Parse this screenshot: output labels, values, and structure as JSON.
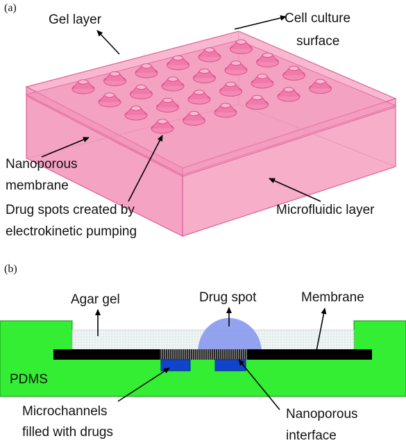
{
  "panel_a": {
    "tag": "(a)",
    "labels": {
      "gel_layer": "Gel layer",
      "cell_culture_1": "Cell culture",
      "cell_culture_2": "surface",
      "nanoporous_1": "Nanoporous",
      "nanoporous_2": "membrane",
      "drug_spots_1": "Drug spots created by",
      "drug_spots_2": "electrokinetic pumping",
      "microfluidic": "Microfluidic layer"
    },
    "colors": {
      "block_fill": "#f4a6c4",
      "block_edge": "#e0609a",
      "spot": "#e8508c"
    },
    "spot_count": 24
  },
  "panel_b": {
    "tag": "(b)",
    "labels": {
      "agar_gel": "Agar gel",
      "drug_spot": "Drug spot",
      "membrane": "Membrane",
      "pdms": "PDMS",
      "microchannels_1": "Microchannels",
      "microchannels_2": "filled with drugs",
      "nanoporous_1": "Nanoporous",
      "nanoporous_2": "interface"
    },
    "colors": {
      "pdms": "#33ee33",
      "membrane": "#000000",
      "channel": "#1144cc",
      "drug_spot": "#8899ee",
      "gel": "#e8f0f0"
    }
  }
}
